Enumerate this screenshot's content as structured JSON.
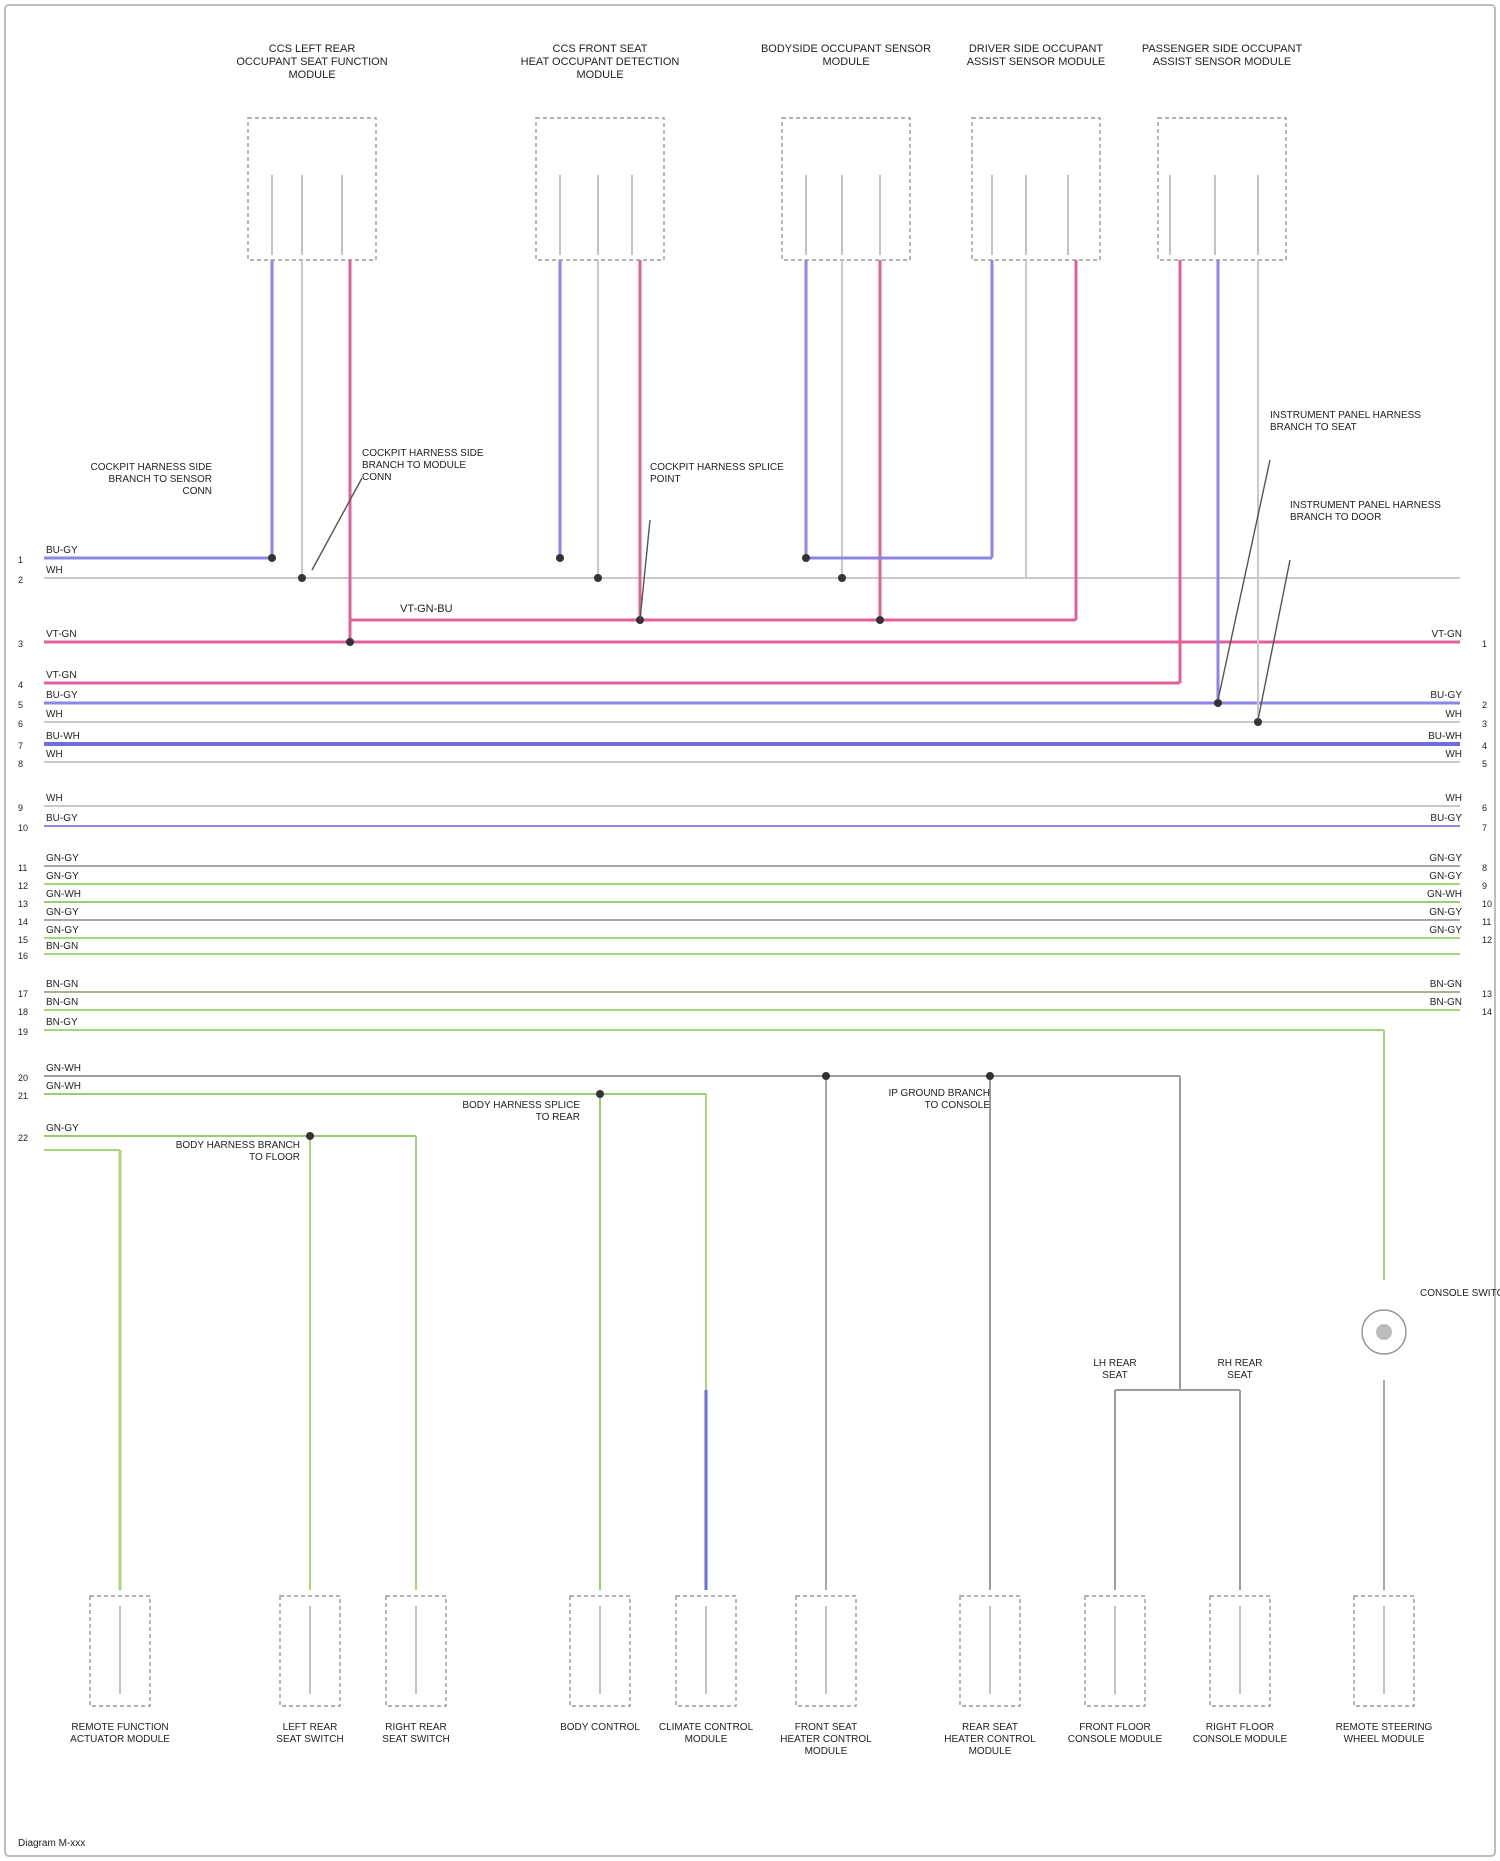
{
  "colors": {
    "bu_gy": "#8e86e6",
    "wh": "#c9c9c9",
    "vt_gn": "#e0609a",
    "bu_wh": "#6f6be0",
    "bn_gy": "#9d9d9d",
    "gn": "#a6d57a",
    "gn_wh": "#9ccc72",
    "bn_gn": "#a8b28c",
    "gy": "#a7a7a7",
    "frame": "#bdbdbd",
    "text": "#222222"
  },
  "labels": {
    "harness_label": "VT-GN-BU",
    "footer": "Diagram M-xxx"
  },
  "top_components": [
    {
      "name": "CCS LEFT REAR OCCUPANT SEAT FUNCTION MODULE"
    },
    {
      "name": "CCS FRONT SEAT HEAT OCCUPANT DETECTION MODULE"
    },
    {
      "name": "BODYSIDE OCCUPANT SENSOR MODULE"
    },
    {
      "name": "DRIVER SIDE OCCUPANT ASSIST SENSOR MODULE"
    },
    {
      "name": "PASSENGER SIDE OCCUPANT ASSIST SENSOR MODULE"
    }
  ],
  "callouts": [
    {
      "text": "COCKPIT HARNESS SIDE BRANCH TO SENSOR CONN"
    },
    {
      "text": "COCKPIT HARNESS SIDE BRANCH TO MODULE CONN"
    },
    {
      "text": "COCKPIT HARNESS SPLICE POINT"
    },
    {
      "text": "INSTRUMENT PANEL HARNESS BRANCH TO SEAT"
    },
    {
      "text": "INSTRUMENT PANEL HARNESS BRANCH TO DOOR"
    },
    {
      "text": "BODY HARNESS SPLICE TO REAR"
    },
    {
      "text": "IP GROUND BRANCH TO CONSOLE"
    },
    {
      "text": "BODY HARNESS BRANCH TO FLOOR"
    }
  ],
  "left_wire_labels": [
    {
      "num": "1",
      "text": "BU-GY"
    },
    {
      "num": "2",
      "text": "WH"
    },
    {
      "num": "3",
      "text": "VT-GN"
    },
    {
      "num": "4",
      "text": "VT-GN"
    },
    {
      "num": "5",
      "text": "BU-GY"
    },
    {
      "num": "6",
      "text": "WH"
    },
    {
      "num": "7",
      "text": "BU-WH"
    },
    {
      "num": "8",
      "text": "WH"
    },
    {
      "num": "9",
      "text": "WH"
    },
    {
      "num": "10",
      "text": "BU-GY"
    },
    {
      "num": "11",
      "text": "GN-GY"
    },
    {
      "num": "12",
      "text": "GN-GY"
    },
    {
      "num": "13",
      "text": "GN-WH"
    },
    {
      "num": "14",
      "text": "GN-GY"
    },
    {
      "num": "15",
      "text": "GN-GY"
    },
    {
      "num": "16",
      "text": "BN-GN"
    },
    {
      "num": "17",
      "text": "BN-GN"
    },
    {
      "num": "18",
      "text": "BN-GN"
    },
    {
      "num": "19",
      "text": "BN-GY"
    },
    {
      "num": "20",
      "text": "GN-WH"
    },
    {
      "num": "21",
      "text": "GN-WH"
    },
    {
      "num": "22",
      "text": "GN-GY"
    }
  ],
  "right_wire_labels": [
    {
      "num": "1",
      "text": "VT-GN"
    },
    {
      "num": "2",
      "text": "BU-GY"
    },
    {
      "num": "3",
      "text": "WH"
    },
    {
      "num": "4",
      "text": "BU-WH"
    },
    {
      "num": "5",
      "text": "WH"
    },
    {
      "num": "6",
      "text": "WH"
    },
    {
      "num": "7",
      "text": "BU-GY"
    },
    {
      "num": "8",
      "text": "GN-GY"
    },
    {
      "num": "9",
      "text": "GN-GY"
    },
    {
      "num": "10",
      "text": "GN-WH"
    },
    {
      "num": "11",
      "text": "GN-GY"
    },
    {
      "num": "12",
      "text": "GN-GY"
    },
    {
      "num": "13",
      "text": "BN-GN"
    },
    {
      "num": "14",
      "text": "BN-GN"
    }
  ],
  "bottom_components": [
    {
      "name": "REMOTE FUNCTION ACTUATOR MODULE"
    },
    {
      "name": "LEFT REAR SEAT SWITCH"
    },
    {
      "name": "RIGHT REAR SEAT SWITCH"
    },
    {
      "name": "BODY CONTROL"
    },
    {
      "name": "CLIMATE CONTROL MODULE"
    },
    {
      "name": "FRONT SEAT HEATER CONTROL MODULE"
    },
    {
      "name": "REAR SEAT HEATER CONTROL MODULE"
    },
    {
      "name": "FRONT FLOOR CONSOLE MODULE"
    },
    {
      "name": "RIGHT FLOOR CONSOLE MODULE"
    },
    {
      "name": "REMOTE STEERING WHEEL MODULE"
    }
  ],
  "bottom_notes": [
    {
      "text": "LH REAR SEAT"
    },
    {
      "text": "RH REAR SEAT"
    },
    {
      "text": "CONSOLE SWITCH"
    }
  ]
}
